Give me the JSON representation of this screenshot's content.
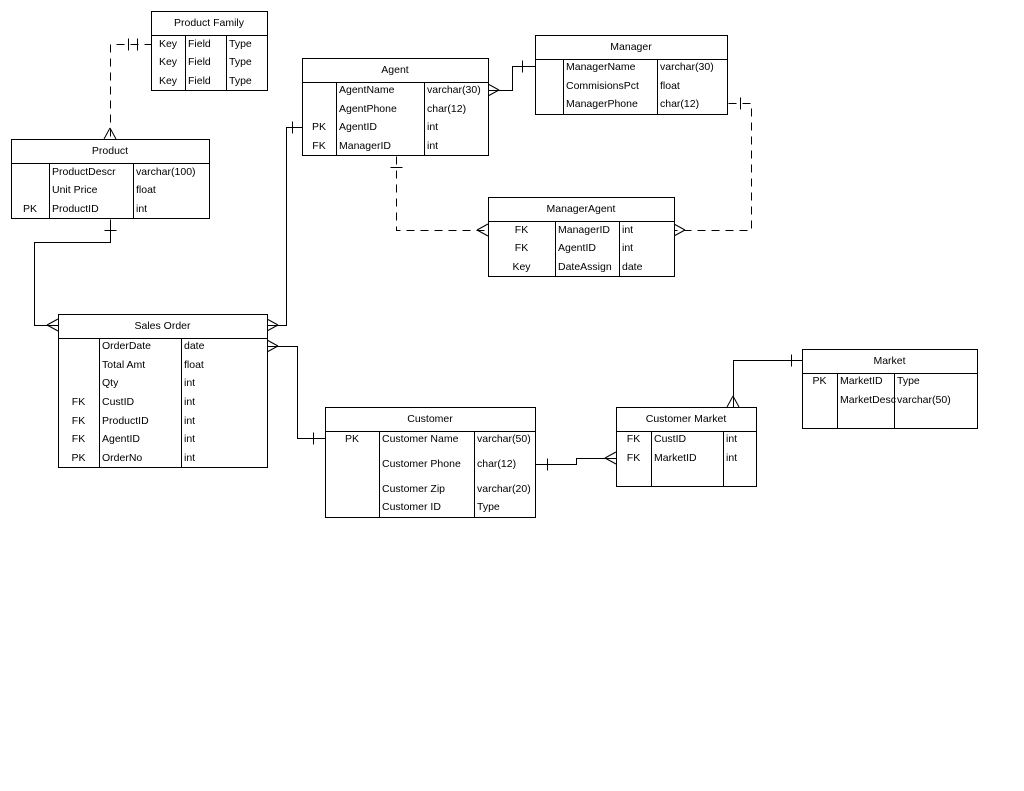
{
  "entities": {
    "product_family": {
      "title": "Product Family",
      "rows": [
        {
          "key": "Key",
          "field": "Field",
          "type": "Type"
        },
        {
          "key": "Key",
          "field": "Field",
          "type": "Type"
        },
        {
          "key": "Key",
          "field": "Field",
          "type": "Type"
        }
      ]
    },
    "product": {
      "title": "Product",
      "rows": [
        {
          "key": "",
          "field": "ProductDescr",
          "type": "varchar(100)"
        },
        {
          "key": "",
          "field": "Unit Price",
          "type": "float"
        },
        {
          "key": "PK",
          "field": "ProductID",
          "type": "int"
        }
      ]
    },
    "agent": {
      "title": "Agent",
      "rows": [
        {
          "key": "",
          "field": "AgentName",
          "type": "varchar(30)"
        },
        {
          "key": "",
          "field": "AgentPhone",
          "type": "char(12)"
        },
        {
          "key": "PK",
          "field": "AgentID",
          "type": "int"
        },
        {
          "key": "FK",
          "field": "ManagerID",
          "type": "int"
        }
      ]
    },
    "manager": {
      "title": "Manager",
      "rows": [
        {
          "key": "",
          "field": "ManagerName",
          "type": "varchar(30)"
        },
        {
          "key": "",
          "field": "CommisionsPct",
          "type": "float"
        },
        {
          "key": "",
          "field": "ManagerPhone",
          "type": "char(12)"
        }
      ]
    },
    "manager_agent": {
      "title": "ManagerAgent",
      "rows": [
        {
          "key": "FK",
          "field": "ManagerID",
          "type": "int"
        },
        {
          "key": "FK",
          "field": "AgentID",
          "type": "int"
        },
        {
          "key": "Key",
          "field": "DateAssign",
          "type": "date"
        }
      ]
    },
    "sales_order": {
      "title": "Sales Order",
      "rows": [
        {
          "key": "",
          "field": "OrderDate",
          "type": "date"
        },
        {
          "key": "",
          "field": "Total Amt",
          "type": "float"
        },
        {
          "key": "",
          "field": "Qty",
          "type": "int"
        },
        {
          "key": "FK",
          "field": "CustID",
          "type": "int"
        },
        {
          "key": "FK",
          "field": "ProductID",
          "type": "int"
        },
        {
          "key": "FK",
          "field": "AgentID",
          "type": "int"
        },
        {
          "key": "PK",
          "field": "OrderNo",
          "type": "int"
        }
      ]
    },
    "customer": {
      "title": "Customer",
      "rows": [
        {
          "key": "PK",
          "field": "Customer Name",
          "type": "varchar(50)"
        },
        {
          "key": "",
          "field": "Customer Phone",
          "type": "char(12)"
        },
        {
          "key": "",
          "field": "Customer Zip",
          "type": "varchar(20)"
        },
        {
          "key": "",
          "field": "Customer ID",
          "type": "Type"
        }
      ]
    },
    "customer_market": {
      "title": "Customer Market",
      "rows": [
        {
          "key": "FK",
          "field": "CustID",
          "type": "int"
        },
        {
          "key": "FK",
          "field": "MarketID",
          "type": "int"
        }
      ]
    },
    "market": {
      "title": "Market",
      "rows": [
        {
          "key": "PK",
          "field": "MarketID",
          "type": "Type"
        },
        {
          "key": "",
          "field": "MarketDesc",
          "type": "varchar(50)"
        }
      ]
    }
  },
  "relationships": [
    {
      "from": "product_family",
      "to": "product",
      "from_end": "one",
      "to_end": "many",
      "style": "dashed"
    },
    {
      "from": "product",
      "to": "sales_order",
      "from_end": "one",
      "to_end": "many",
      "style": "solid"
    },
    {
      "from": "agent",
      "to": "sales_order",
      "from_end": "one",
      "to_end": "many",
      "style": "solid"
    },
    {
      "from": "manager",
      "to": "agent",
      "from_end": "one",
      "to_end": "many",
      "style": "solid"
    },
    {
      "from": "agent",
      "to": "manager_agent",
      "from_end": "one",
      "to_end": "many",
      "style": "dashed"
    },
    {
      "from": "manager",
      "to": "manager_agent",
      "from_end": "one",
      "to_end": "many",
      "style": "dashed"
    },
    {
      "from": "customer",
      "to": "sales_order",
      "from_end": "one",
      "to_end": "many",
      "style": "solid"
    },
    {
      "from": "customer",
      "to": "customer_market",
      "from_end": "one",
      "to_end": "many",
      "style": "solid"
    },
    {
      "from": "market",
      "to": "customer_market",
      "from_end": "one",
      "to_end": "many",
      "style": "solid"
    }
  ]
}
